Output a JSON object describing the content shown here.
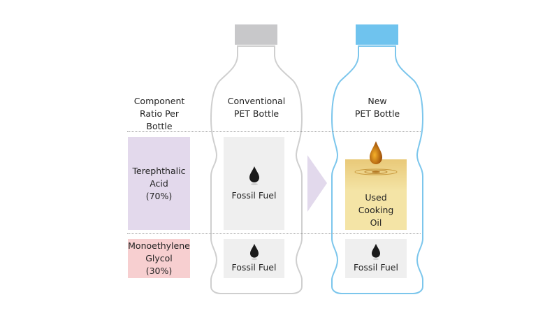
{
  "labels": {
    "component_line1": "Component",
    "component_line2": "Ratio Per Bottle",
    "conventional_line1": "Conventional",
    "conventional_line2": "PET Bottle",
    "new_line1": "New",
    "new_line2": "PET Bottle"
  },
  "components": [
    {
      "name_line1": "Terephthalic",
      "name_line2": "Acid",
      "ratio": "(70%)",
      "color": "#e3d9ec"
    },
    {
      "name_line1": "Monoethylene",
      "name_line2": "Glycol",
      "ratio": "(30%)",
      "color": "#f7cfd0"
    }
  ],
  "conventional": {
    "upper_label": "Fossil Fuel",
    "lower_label": "Fossil Fuel",
    "cap_color": "#c8c8ca",
    "outline_color": "#cfcfcf",
    "box_color": "#efefef"
  },
  "new_bottle": {
    "upper_line1": "Used",
    "upper_line2": "Cooking",
    "upper_line3": "Oil",
    "lower_label": "Fossil Fuel",
    "cap_color": "#6fc3ee",
    "outline_color": "#7cc6ec",
    "oil_color": "#f4e4a6",
    "box_color": "#efefef"
  },
  "arrow_color": "#e2d9ec"
}
